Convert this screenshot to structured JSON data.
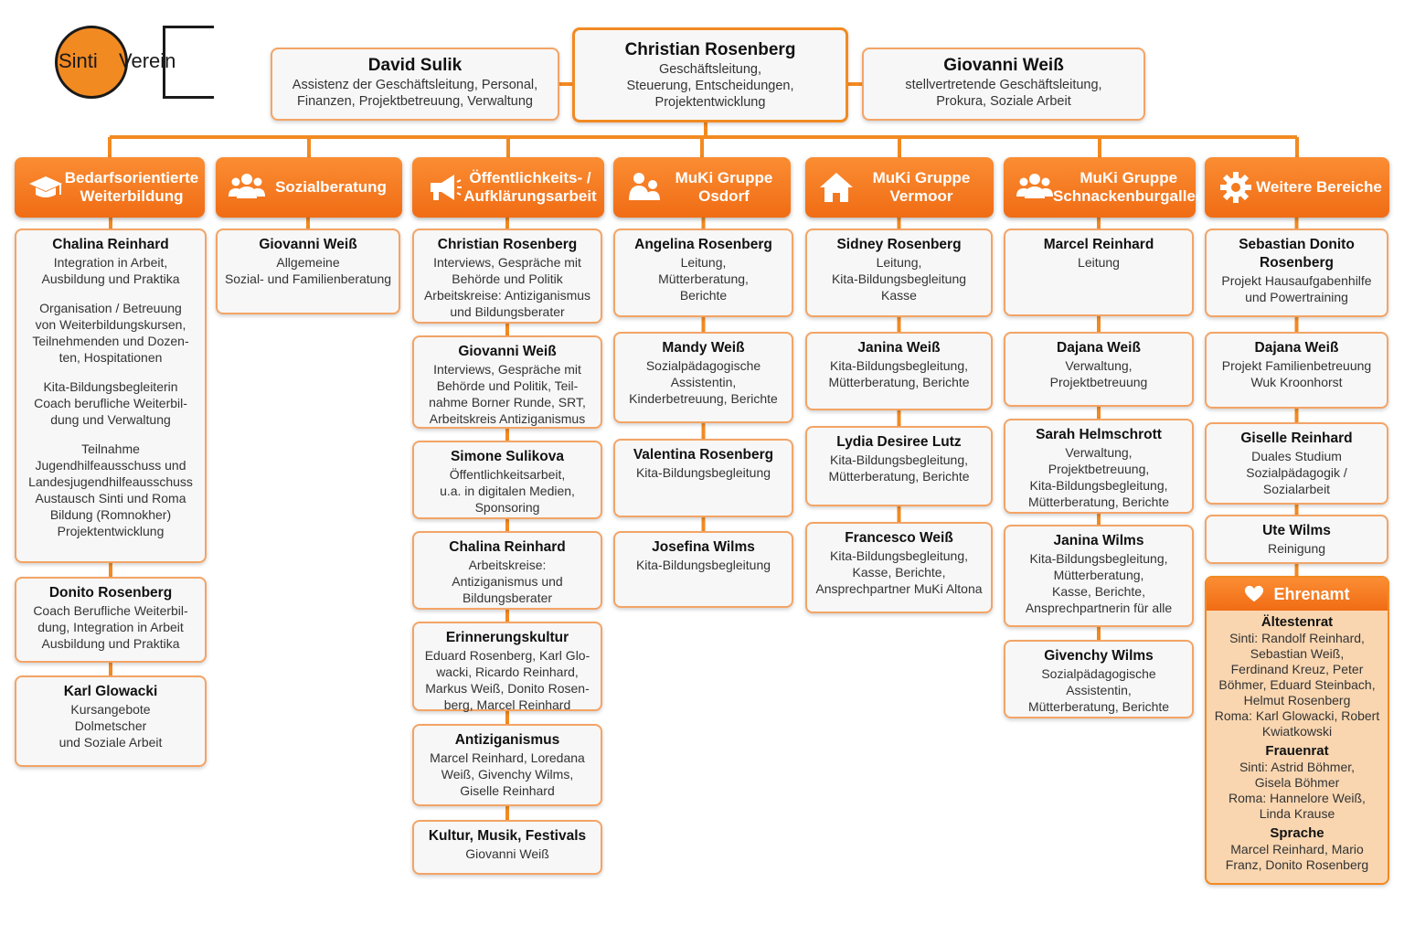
{
  "logo": {
    "text_1": "Sinti",
    "text_2": "Verein"
  },
  "top": {
    "left": {
      "name": "David Sulik",
      "text": "Assistenz der Geschäftsleitung, Personal,\nFinanzen, Projektbetreuung, Verwaltung"
    },
    "ceo": {
      "name": "Christian Rosenberg",
      "text": "Geschäftsleitung,\nSteuerung, Entscheidungen,\nProjektentwicklung"
    },
    "right": {
      "name": "Giovanni Weiß",
      "text": "stellvertretende Geschäftsleitung,\nProkura, Soziale Arbeit"
    }
  },
  "colors": {
    "accent": "#f28a22",
    "border": "#f3a466",
    "ehrenamt_bg": "#f9d6b0"
  },
  "columns": [
    {
      "header": "Bedarfsorientierte\nWeiterbildung",
      "icon": "graduation-cap-icon",
      "boxes": [
        {
          "name": "Chalina Reinhard",
          "paras": [
            "Integration in Arbeit,\nAusbildung und Praktika",
            "Organisation / Betreuung\nvon Weiterbildungskursen,\nTeilnehmenden und Dozen-\nten, Hospitationen",
            "Kita-Bildungsbegleiterin\nCoach berufliche Weiterbil-\ndung und Verwaltung",
            "Teilnahme\nJugendhilfeausschuss und\nLandesjugendhilfeausschuss\nAustausch Sinti und Roma\nBildung (Romnokher)\nProjektentwicklung"
          ]
        },
        {
          "name": "Donito Rosenberg",
          "paras": [
            "Coach Berufliche Weiterbil-\ndung, Integration in Arbeit\nAusbildung und Praktika"
          ]
        },
        {
          "name": "Karl Glowacki",
          "paras": [
            "Kursangebote\nDolmetscher\nund Soziale Arbeit"
          ]
        }
      ]
    },
    {
      "header": "Sozialberatung",
      "icon": "people-group-icon",
      "boxes": [
        {
          "name": "Giovanni Weiß",
          "paras": [
            "Allgemeine\nSozial- und Familienberatung"
          ]
        }
      ]
    },
    {
      "header": "Öffentlichkeits- /\nAufklärungsarbeit",
      "icon": "megaphone-icon",
      "boxes": [
        {
          "name": "Christian Rosenberg",
          "paras": [
            "Interviews, Gespräche mit\nBehörde und Politik\nArbeitskreise: Antiziganismus\nund Bildungsberater"
          ]
        },
        {
          "name": "Giovanni Weiß",
          "paras": [
            "Interviews, Gespräche mit\nBehörde und Politik, Teil-\nnahme Borner Runde, SRT,\nArbeitskreis Antiziganismus"
          ]
        },
        {
          "name": "Simone Sulikova",
          "paras": [
            "Öffentlichkeitsarbeit,\nu.a. in digitalen Medien,\nSponsoring"
          ]
        },
        {
          "name": "Chalina Reinhard",
          "paras": [
            "Arbeitskreise:\nAntiziganismus und\nBildungsberater"
          ]
        },
        {
          "name": "Erinnerungskultur",
          "paras": [
            "Eduard Rosenberg, Karl Glo-\nwacki, Ricardo Reinhard,\nMarkus Weiß, Donito Rosen-\nberg, Marcel Reinhard"
          ]
        },
        {
          "name": "Antiziganismus",
          "paras": [
            "Marcel Reinhard, Loredana\nWeiß, Givenchy Wilms,\nGiselle Reinhard"
          ]
        },
        {
          "name": "Kultur, Musik, Festivals",
          "paras": [
            "Giovanni Weiß"
          ]
        }
      ]
    },
    {
      "header": "MuKi Gruppe\nOsdorf",
      "icon": "parent-child-icon",
      "boxes": [
        {
          "name": "Angelina Rosenberg",
          "paras": [
            "Leitung,\nMütterberatung,\nBerichte"
          ]
        },
        {
          "name": "Mandy Weiß",
          "paras": [
            "Sozialpädagogische\nAssistentin,\nKinderbetreuung, Berichte"
          ]
        },
        {
          "name": "Valentina Rosenberg",
          "paras": [
            "Kita-Bildungsbegleitung"
          ]
        },
        {
          "name": "Josefina Wilms",
          "paras": [
            "Kita-Bildungsbegleitung"
          ]
        }
      ]
    },
    {
      "header": "MuKi Gruppe\nVermoor",
      "icon": "house-icon",
      "boxes": [
        {
          "name": "Sidney Rosenberg",
          "paras": [
            "Leitung,\nKita-Bildungsbegleitung\nKasse"
          ]
        },
        {
          "name": "Janina Weiß",
          "paras": [
            "Kita-Bildungsbegleitung,\nMütterberatung, Berichte"
          ]
        },
        {
          "name": "Lydia Desiree Lutz",
          "paras": [
            "Kita-Bildungsbegleitung,\nMütterberatung, Berichte"
          ]
        },
        {
          "name": "Francesco Weiß",
          "paras": [
            "Kita-Bildungsbegleitung,\nKasse, Berichte,\nAnsprechpartner MuKi Altona"
          ]
        }
      ]
    },
    {
      "header": "MuKi Gruppe\nSchnackenburgallee",
      "icon": "people-group-icon",
      "boxes": [
        {
          "name": "Marcel Reinhard",
          "paras": [
            "Leitung"
          ]
        },
        {
          "name": "Dajana Weiß",
          "paras": [
            "Verwaltung,\nProjektbetreuung"
          ]
        },
        {
          "name": "Sarah Helmschrott",
          "paras": [
            "Verwaltung,\nProjektbetreuung,\nKita-Bildungsbegleitung,\nMütterberatung, Berichte"
          ]
        },
        {
          "name": "Janina Wilms",
          "paras": [
            "Kita-Bildungsbegleitung,\nMütterberatung,\nKasse, Berichte,\nAnsprechpartnerin für alle"
          ]
        },
        {
          "name": "Givenchy Wilms",
          "paras": [
            "Sozialpädagogische\nAssistentin,\nMütterberatung, Berichte"
          ]
        }
      ]
    },
    {
      "header": "Weitere Bereiche",
      "icon": "gear-icon",
      "boxes": [
        {
          "name": "Sebastian Donito Rosenberg",
          "paras": [
            "Projekt Hausaufgabenhilfe\nund Powertraining"
          ]
        },
        {
          "name": "Dajana Weiß",
          "paras": [
            "Projekt Familienbetreuung\nWuk Kroonhorst"
          ]
        },
        {
          "name": "Giselle Reinhard",
          "paras": [
            "Duales Studium\nSozialpädagogik /\nSozialarbeit"
          ]
        },
        {
          "name": "Ute Wilms",
          "paras": [
            "Reinigung"
          ]
        }
      ]
    }
  ],
  "ehrenamt": {
    "title": "Ehrenamt",
    "icon": "heart-icon",
    "sections": [
      {
        "title": "Ältestenrat",
        "text": "Sinti: Randolf Reinhard,\nSebastian Weiß,\nFerdinand Kreuz, Peter\nBöhmer, Eduard Steinbach,\nHelmut Rosenberg\nRoma: Karl Glowacki, Robert\nKwiatkowski"
      },
      {
        "title": "Frauenrat",
        "text": "Sinti: Astrid Böhmer,\nGisela Böhmer\nRoma: Hannelore Weiß,\nLinda Krause"
      },
      {
        "title": "Sprache",
        "text": "Marcel Reinhard, Mario\nFranz, Donito Rosenberg"
      }
    ]
  }
}
